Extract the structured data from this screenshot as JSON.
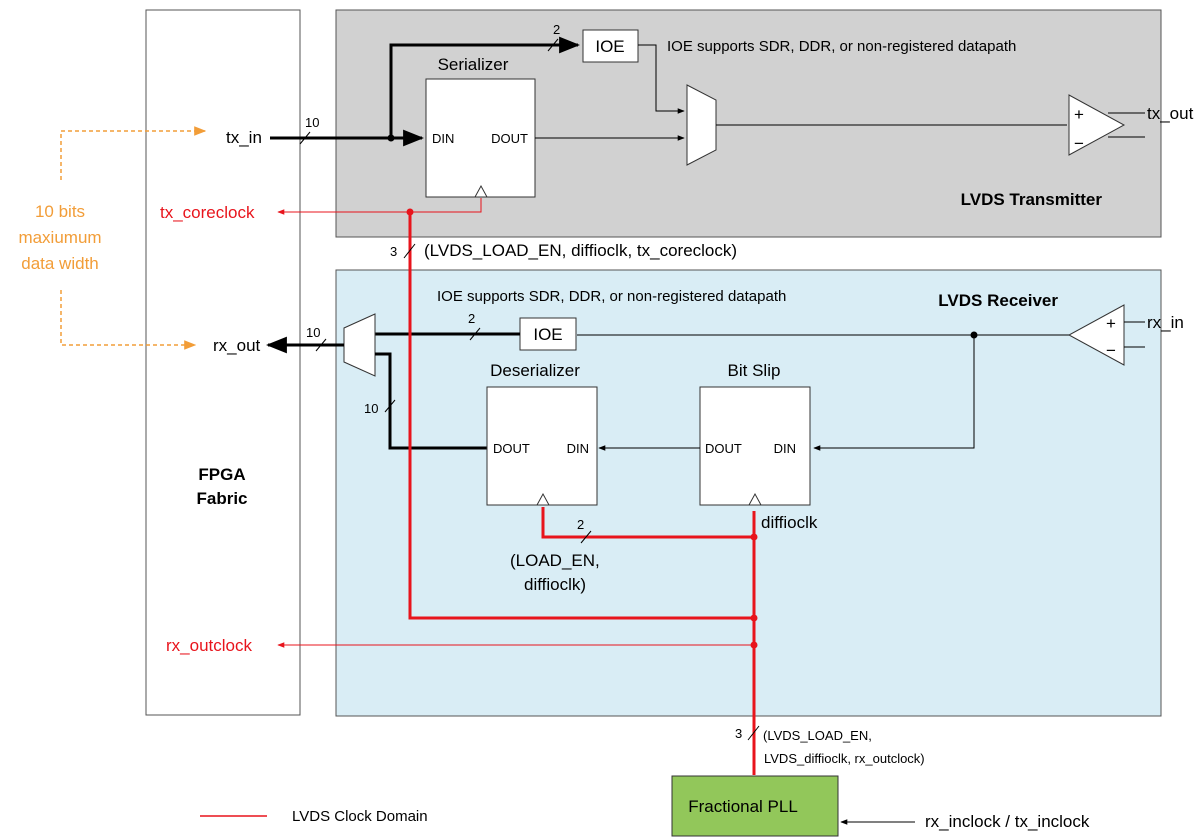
{
  "blocks": {
    "fpga_fabric": "FPGA\nFabric",
    "lvds_transmitter": "LVDS Transmitter",
    "lvds_receiver": "LVDS Receiver",
    "serializer": "Serializer",
    "deserializer": "Deserializer",
    "bit_slip": "Bit Slip",
    "ioe": "IOE",
    "fractional_pll": "Fractional PLL"
  },
  "ports": {
    "din": "DIN",
    "dout": "DOUT",
    "plus": "+",
    "minus": "−"
  },
  "signals": {
    "tx_in": "tx_in",
    "tx_out": "tx_out",
    "rx_in": "rx_in",
    "rx_out": "rx_out",
    "tx_coreclock": "tx_coreclock",
    "rx_outclock": "rx_outclock",
    "diffioclk": "diffioclk",
    "rx_tx_inclock": "rx_inclock / tx_inclock"
  },
  "annotations": {
    "ioe_note_tx": "IOE supports SDR, DDR, or non-registered datapath",
    "ioe_note_rx": "IOE supports SDR, DDR, or non-registered datapath",
    "width_note_1": "10 bits",
    "width_note_2": "maxiumum",
    "width_note_3": "data width",
    "clk_bus_tx": "(LVDS_LOAD_EN, diffioclk, tx_coreclock)",
    "clk_bus_pll_1": "(LVDS_LOAD_EN,",
    "clk_bus_pll_2": "LVDS_diffioclk, rx_outclock)",
    "deser_clk_1": "(LOAD_EN,",
    "deser_clk_2": "diffioclk)"
  },
  "bus_widths": {
    "tx_in": "10",
    "rx_out": "10",
    "deser_out": "10",
    "ioe_tx": "2",
    "ioe_rx": "2",
    "deser_clk": "2",
    "clk_bus_tx": "3",
    "clk_bus_pll": "3"
  },
  "legend": {
    "lvds_clock_domain": "LVDS Clock Domain"
  },
  "colors": {
    "clock": "#e8141c",
    "note": "#f29d38",
    "transmitter_bg": "#d1d1d1",
    "receiver_bg": "#d9edf5",
    "pll_fill": "#92c75a"
  }
}
